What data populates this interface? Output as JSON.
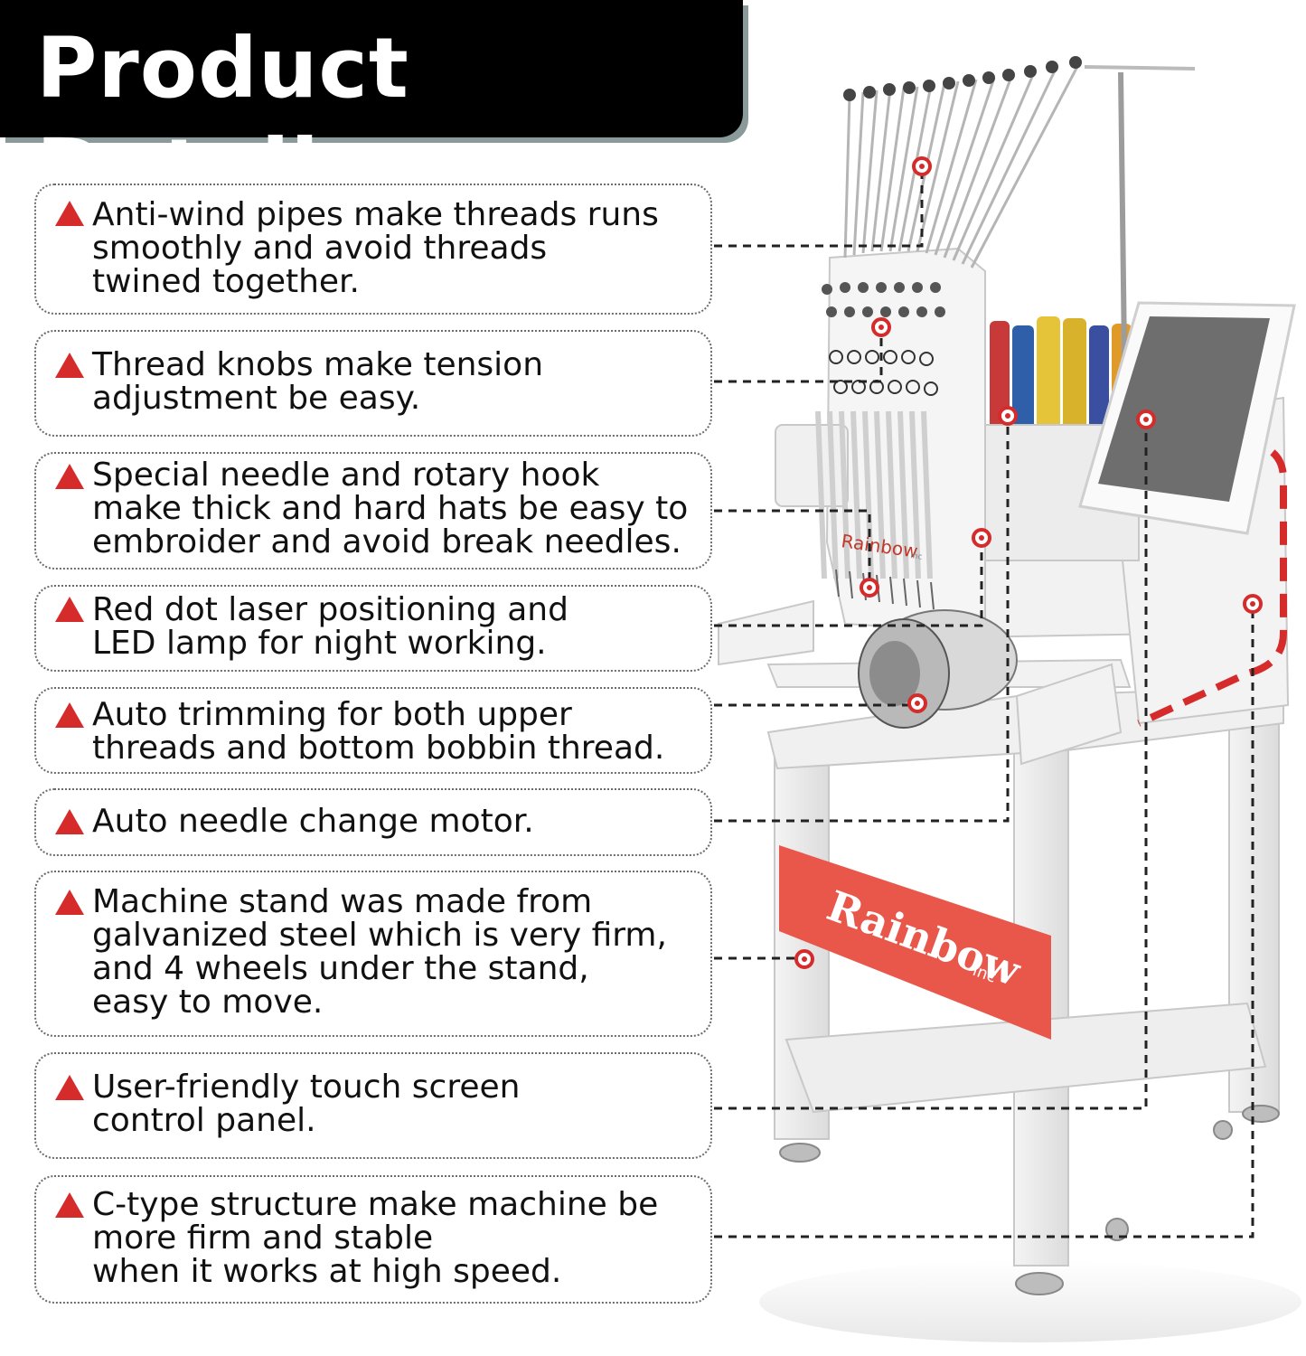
{
  "header": {
    "title": "Product Details"
  },
  "features": [
    {
      "text": "Anti-wind pipes make threads runs\nsmoothly and avoid threads\ntwined together."
    },
    {
      "text": "Thread knobs make tension\nadjustment be easy."
    },
    {
      "text": "Special needle and rotary hook\nmake thick and hard hats be easy to\nembroider and avoid break needles."
    },
    {
      "text": "Red dot laser positioning and\nLED lamp for night working."
    },
    {
      "text": "Auto trimming for both upper\nthreads and bottom bobbin thread."
    },
    {
      "text": "Auto needle change motor."
    },
    {
      "text": "Machine stand was made from\ngalvanized steel which is very firm,\nand 4 wheels under the stand,\neasy to move."
    },
    {
      "text": "User-friendly touch screen\ncontrol panel."
    },
    {
      "text": "C-type structure make machine be\nmore firm and stable\nwhen it works at high speed."
    }
  ],
  "machine": {
    "head_brand": "Rainbow",
    "head_brand_suffix": "inc",
    "stand_brand": "Rainbow",
    "stand_brand_suffix": "inc"
  },
  "colors": {
    "banner": "#000000",
    "accent_red": "#d62b2b",
    "stand_plate": "#e8574a",
    "box_border": "#6b6b6b"
  },
  "icons": {
    "bullet": "warning-triangle-icon",
    "callout": "target-dot-icon"
  }
}
